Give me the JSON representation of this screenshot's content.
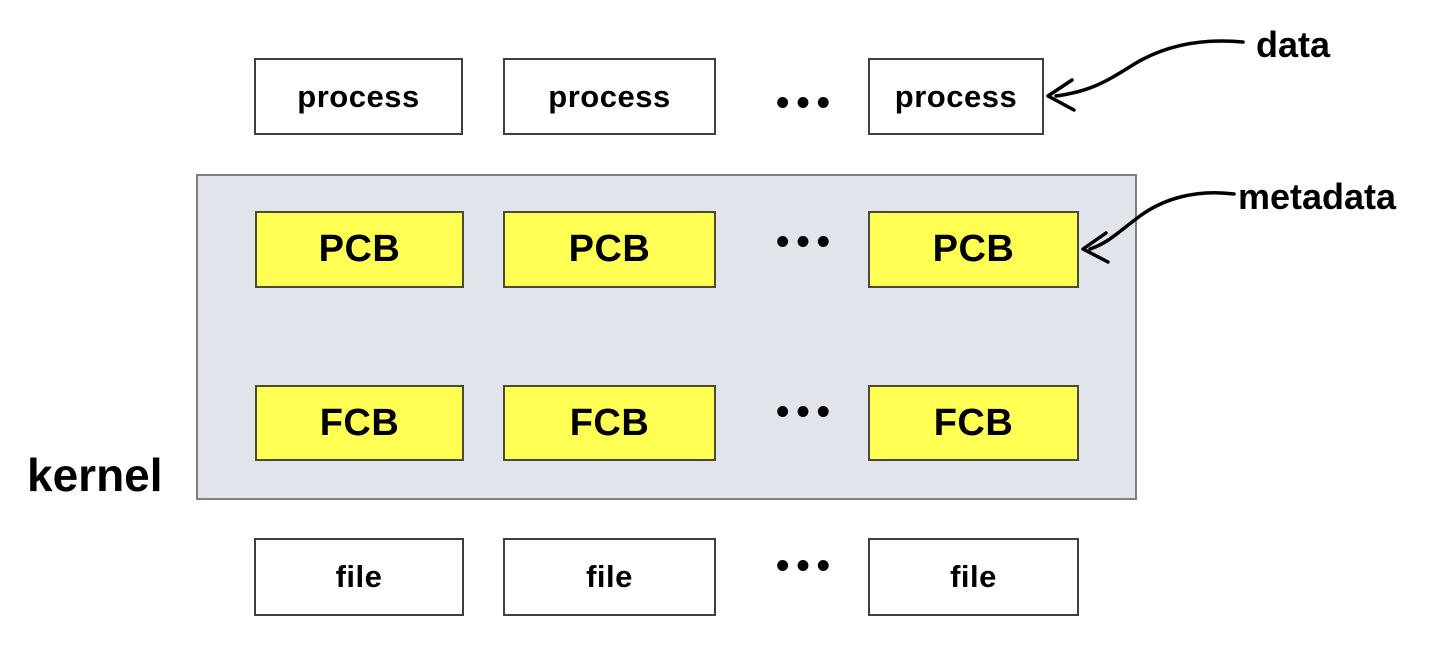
{
  "labels": {
    "kernel": "kernel",
    "data_annotation": "data",
    "metadata_annotation": "metadata",
    "ellipsis": "•••"
  },
  "boxes": {
    "process": [
      "process",
      "process",
      "process"
    ],
    "pcb": [
      "PCB",
      "PCB",
      "PCB"
    ],
    "fcb": [
      "FCB",
      "FCB",
      "FCB"
    ],
    "file": [
      "file",
      "file",
      "file"
    ]
  },
  "colors": {
    "control_block_fill": "#ffff54",
    "control_block_border": "#4a4a35",
    "kernel_region_fill": "#e2e4ec",
    "kernel_region_border": "#808080",
    "plain_box_border": "#3f3f3f",
    "text": "#000000",
    "arrow": "#000000"
  }
}
